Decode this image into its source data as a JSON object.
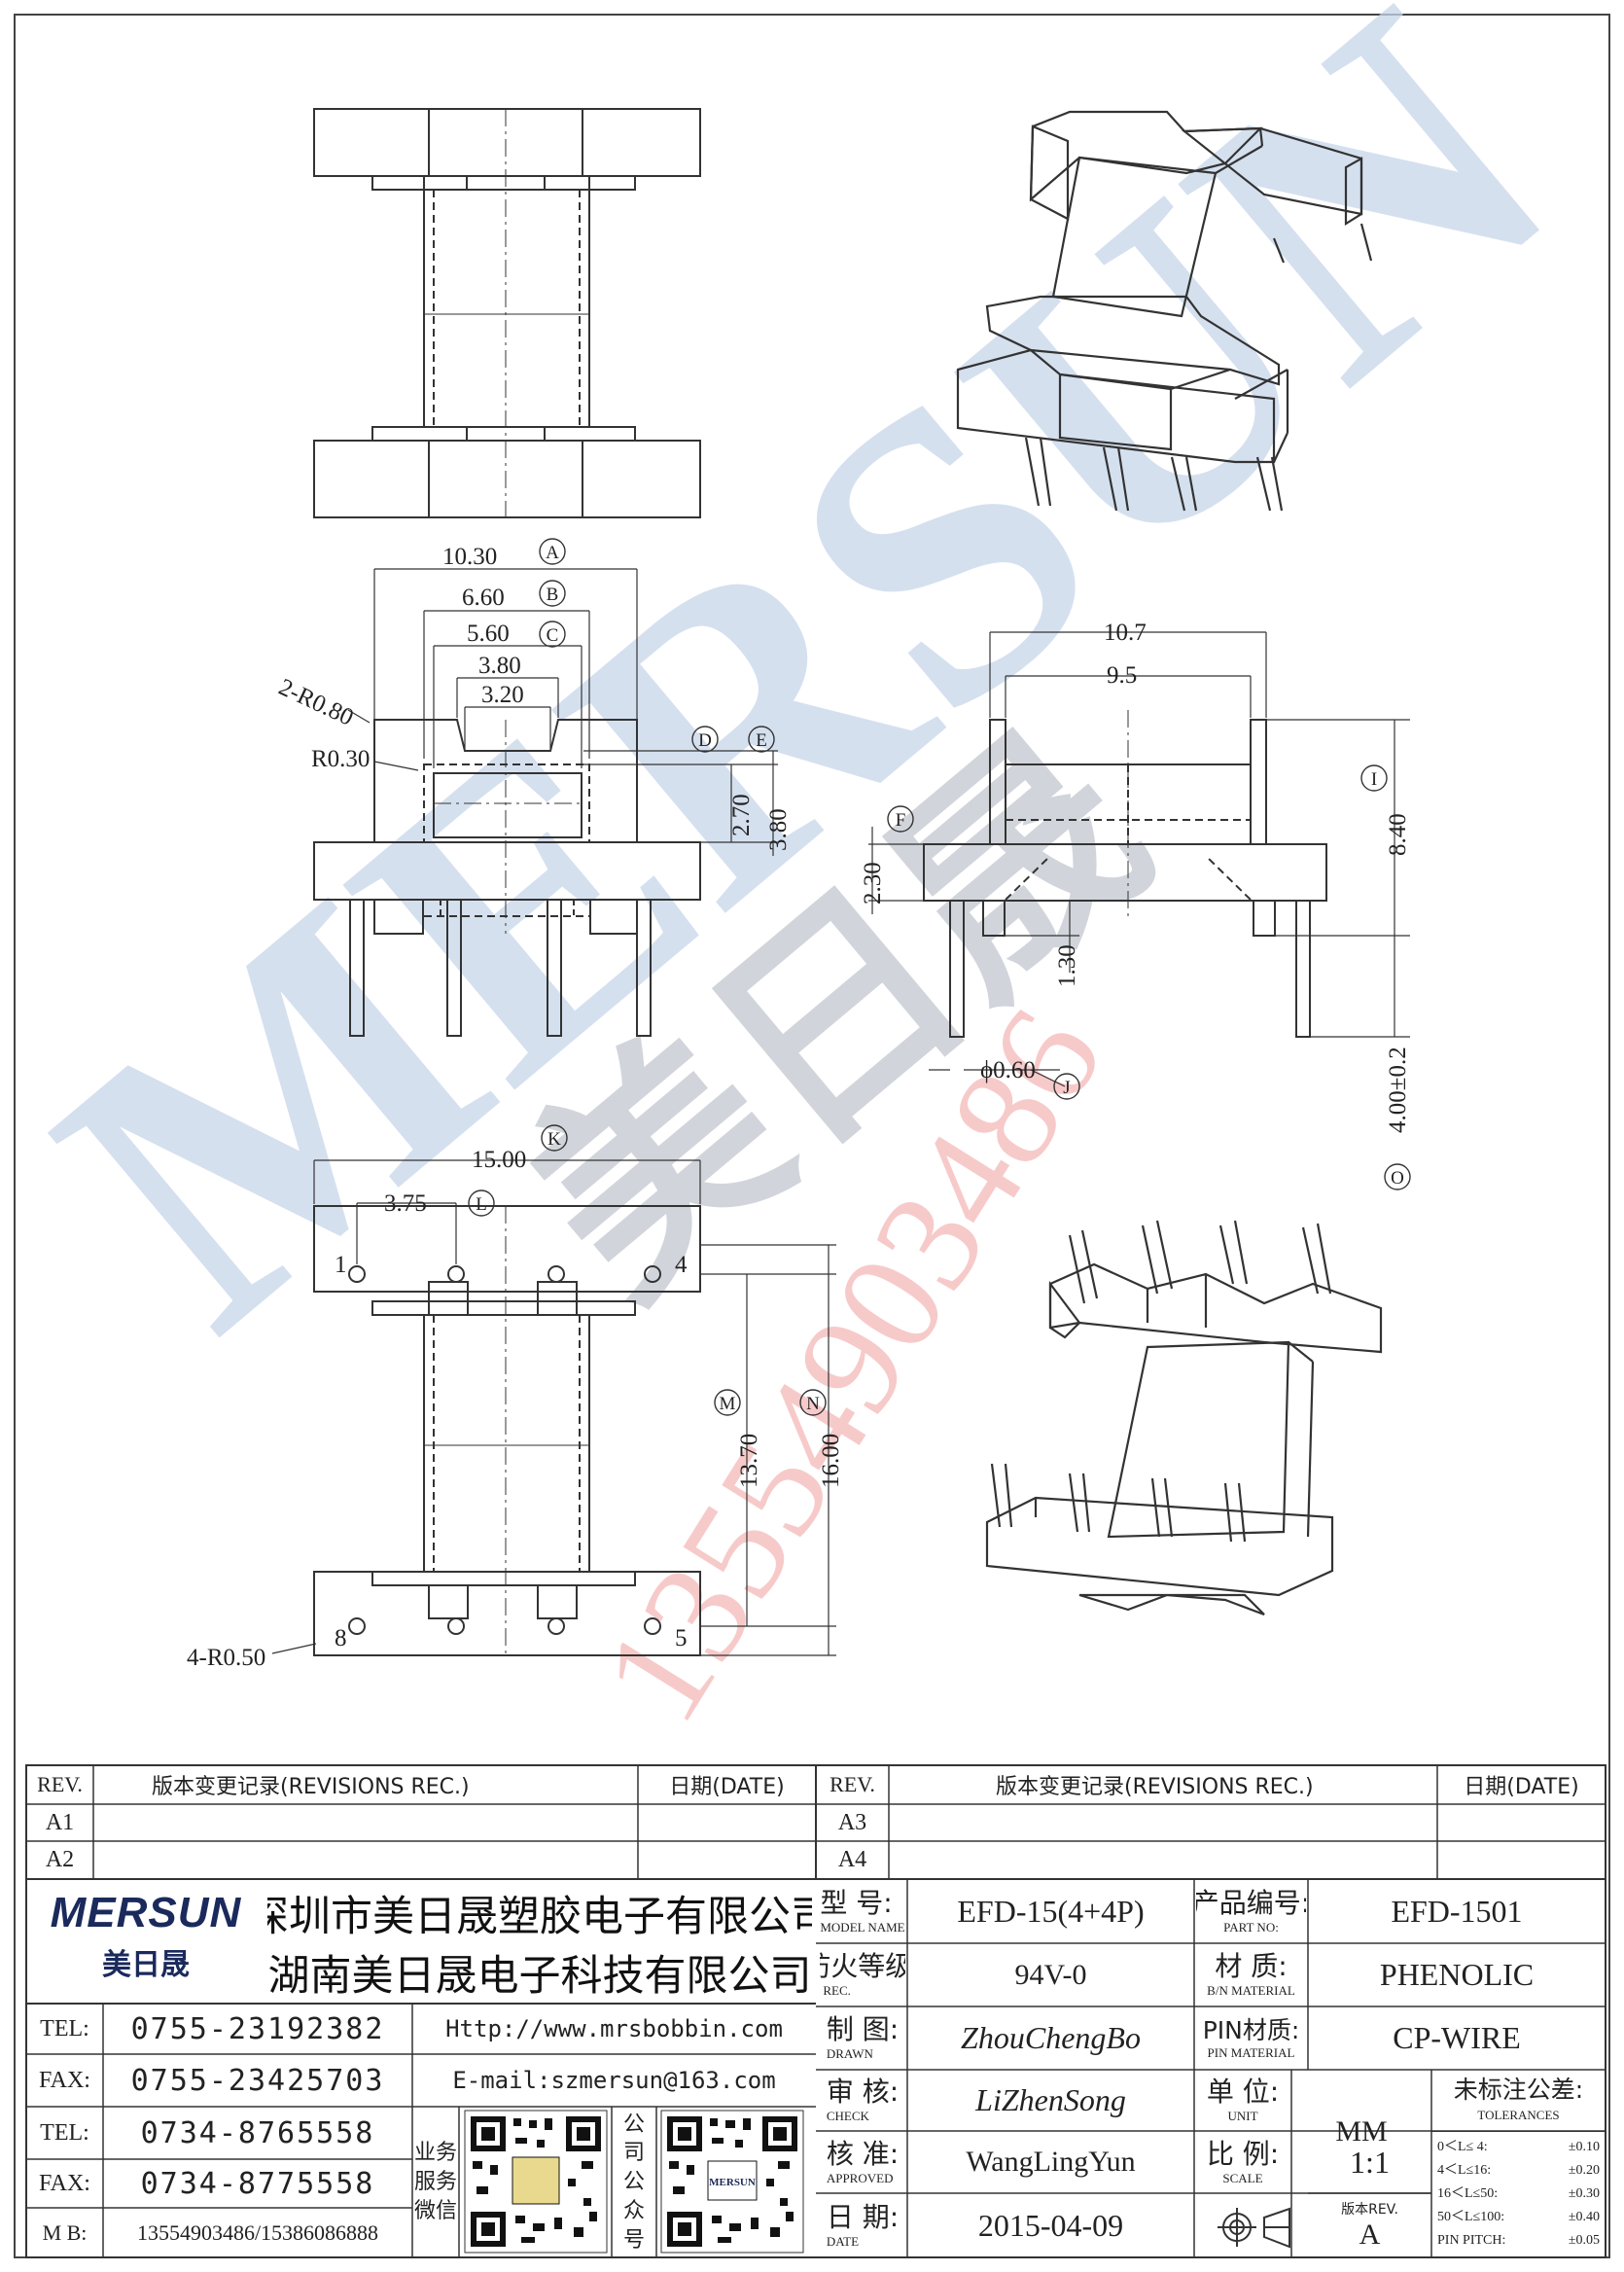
{
  "watermark": {
    "brand_text": "MERSUN",
    "chinese_text": "美日晟",
    "phone_text": "13554903486"
  },
  "drawing": {
    "labels": {
      "A": "A",
      "B": "B",
      "C": "C",
      "D": "D",
      "E": "E",
      "F": "F",
      "I": "I",
      "J": "J",
      "K": "K",
      "L": "L",
      "M": "M",
      "N": "N",
      "O": "O"
    },
    "dims": {
      "A": "10.30",
      "B": "6.60",
      "C": "5.60",
      "c1": "3.80",
      "c2": "3.20",
      "r1": "2-R0.80",
      "r2": "R0.30",
      "D": "2.70",
      "E": "3.80",
      "side_total": "10.7",
      "side_inner": "9.5",
      "F": "2.30",
      "h1": "1.30",
      "I": "8.40",
      "J": "ϕ0.60",
      "O": "4.00±0.2",
      "K": "15.00",
      "L": "3.75",
      "M": "13.70",
      "N": "16.00",
      "r3": "4-R0.50"
    },
    "pins": {
      "p1": "1",
      "p4": "4",
      "p5": "5",
      "p8": "8"
    }
  },
  "revisions_left": {
    "headers": {
      "rev": "REV.",
      "record": "版本变更记录(REVISIONS REC.)",
      "date": "日期(DATE)"
    },
    "rows": [
      {
        "rev": "A1",
        "record": "",
        "date": ""
      },
      {
        "rev": "A2",
        "record": "",
        "date": ""
      }
    ]
  },
  "revisions_right": {
    "headers": {
      "rev": "REV.",
      "record": "版本变更记录(REVISIONS REC.)",
      "date": "日期(DATE)"
    },
    "rows": [
      {
        "rev": "A3",
        "record": "",
        "date": ""
      },
      {
        "rev": "A4",
        "record": "",
        "date": ""
      }
    ]
  },
  "company": {
    "logo_text": "MERSUN",
    "logo_cn": "美日晟",
    "name_1": "深圳市美日晟塑胶电子有限公司",
    "name_2": "湖南美日晟电子科技有限公司",
    "contacts": [
      {
        "label": "TEL:",
        "value": "0755-23192382"
      },
      {
        "label": "FAX:",
        "value": "0755-23425703"
      },
      {
        "label": "TEL:",
        "value": "0734-8765558"
      },
      {
        "label": "FAX:",
        "value": "0734-8775558"
      },
      {
        "label": "M B:",
        "value": "13554903486/15386086888"
      }
    ],
    "website": "Http://www.mrsbobbin.com",
    "email": "E-mail:szmersun@163.com",
    "qr_label_1": "业务服务微信",
    "qr_label_2": "公司公众号",
    "qr_badge_2": "MERSUN"
  },
  "spec": {
    "model": {
      "label": "型 号:",
      "sub": "MODEL NAME",
      "value": "EFD-15(4+4P)"
    },
    "part": {
      "label": "产品编号:",
      "sub": "PART NO:",
      "value": "EFD-1501"
    },
    "ul": {
      "label": "防火等级:",
      "sub": "UL REC.",
      "value": "94V-0"
    },
    "material": {
      "label": "材 质:",
      "sub": "B/N MATERIAL",
      "value": "PHENOLIC"
    },
    "drawn": {
      "label": "制 图:",
      "sub": "DRAWN",
      "value": "ZhouChengBo"
    },
    "pin_material": {
      "label": "PIN材质:",
      "sub": "PIN MATERIAL",
      "value": "CP-WIRE"
    },
    "check": {
      "label": "审 核:",
      "sub": "CHECK",
      "value": "LiZhenSong"
    },
    "unit": {
      "label": "单 位:",
      "sub": "UNIT",
      "value": "MM"
    },
    "approved": {
      "label": "核 准:",
      "sub": "APPROVED",
      "value": "WangLingYun"
    },
    "scale": {
      "label": "比 例:",
      "sub": "SCALE",
      "value": "1:1"
    },
    "date": {
      "label": "日 期:",
      "sub": "DATE",
      "value": "2015-04-09"
    },
    "version": {
      "label": "版本REV.",
      "value": "A"
    },
    "tolerances": {
      "title": "未标注公差:",
      "sub": "TOLERANCES",
      "rows": [
        {
          "range": "0＜L≤ 4:",
          "tol": "±0.10"
        },
        {
          "range": "4＜L≤16:",
          "tol": "±0.20"
        },
        {
          "range": "16＜L≤50:",
          "tol": "±0.30"
        },
        {
          "range": "50＜L≤100:",
          "tol": "±0.40"
        },
        {
          "range": "PIN PITCH:",
          "tol": "±0.05"
        }
      ]
    }
  }
}
